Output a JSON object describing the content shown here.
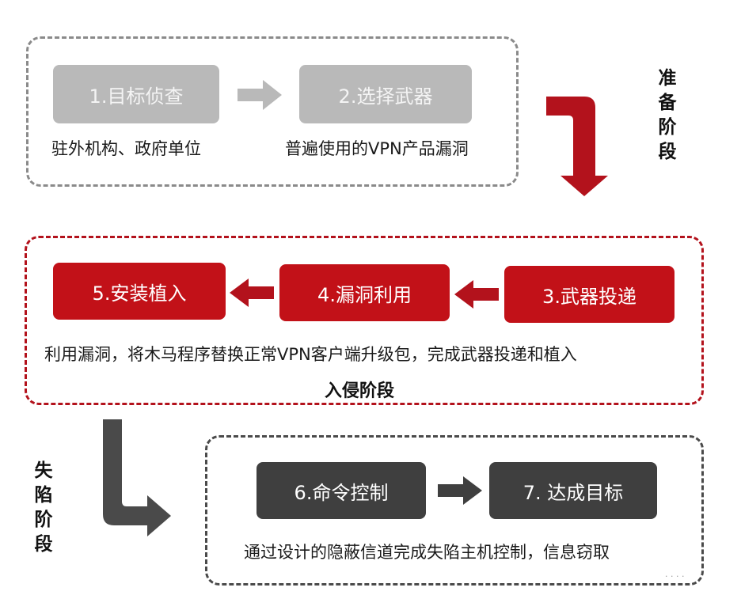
{
  "prep_stage": {
    "steps": [
      {
        "label": "1.目标侦查"
      },
      {
        "label": "2.选择武器"
      }
    ],
    "captions": [
      "驻外机构、政府单位",
      "普遍使用的VPN产品漏洞"
    ],
    "phase_label": [
      "准",
      "备",
      "阶",
      "段"
    ]
  },
  "intrusion_stage": {
    "steps": [
      {
        "label": "5.安装植入"
      },
      {
        "label": "4.漏洞利用"
      },
      {
        "label": "3.武器投递"
      }
    ],
    "caption": "利用漏洞，将木马程序替换正常VPN客户端升级包，完成武器投递和植入",
    "title": "入侵阶段"
  },
  "fall_stage": {
    "steps": [
      {
        "label": "6.命令控制"
      },
      {
        "label": "7. 达成目标"
      }
    ],
    "caption": "通过设计的隐蔽信道完成失陷主机控制，信息窃取",
    "phase_label": [
      "失",
      "陷",
      "阶",
      "段"
    ]
  },
  "watermark": "· · · ·",
  "colors": {
    "prep_box": "#b9b9b9",
    "intrusion_box": "#c21118",
    "fall_box": "#3f3f3f",
    "red_arrow": "#b3121c",
    "gray_arrow": "#4a4a4a"
  }
}
